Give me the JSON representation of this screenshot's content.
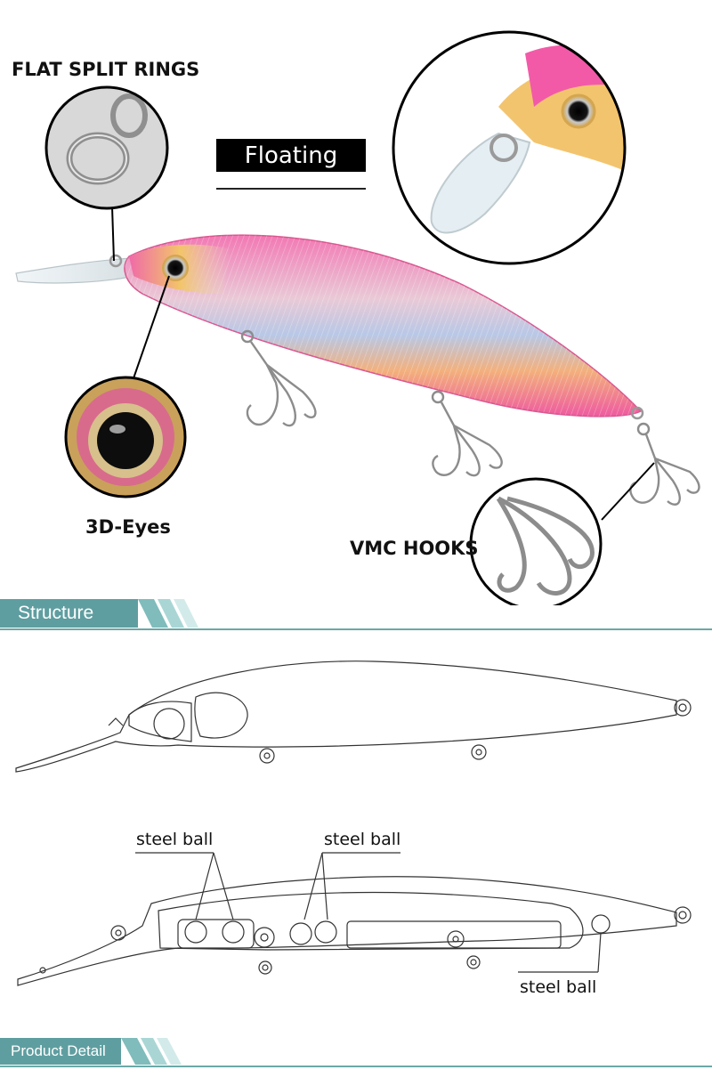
{
  "callouts": {
    "split_rings": "FLAT SPLIT RINGS",
    "floating": "Floating",
    "eyes": "3D-Eyes",
    "hooks": "VMC HOOKS"
  },
  "sections": {
    "structure": "Structure",
    "product_detail": "Product Detail"
  },
  "diagram_labels": {
    "steel_ball_1": "steel ball",
    "steel_ball_2": "steel ball",
    "steel_ball_3": "steel ball"
  },
  "colors": {
    "teal": "#5f9ea0",
    "teal_light": "#9fd0cf",
    "lure_pink": "#f06aa8"
  }
}
